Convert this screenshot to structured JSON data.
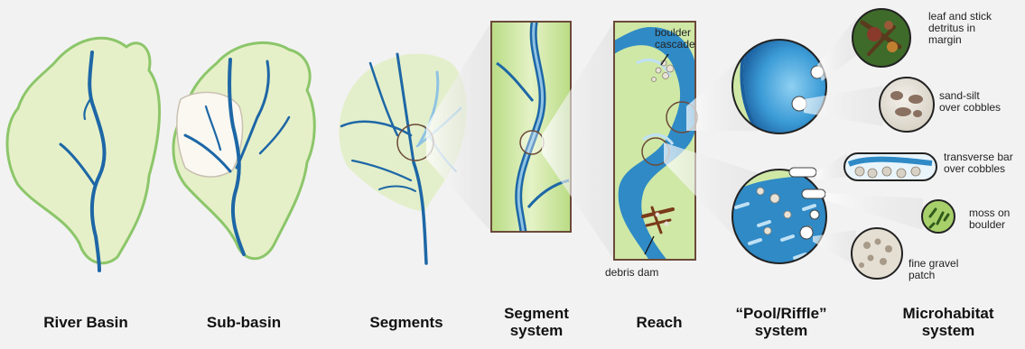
{
  "stage_labels": {
    "river_basin": "River Basin",
    "sub_basin": "Sub-basin",
    "segments": "Segments",
    "segment_system_1": "Segment",
    "segment_system_2": "system",
    "reach": "Reach",
    "pool_riffle_1": "“Pool/Riffle”",
    "pool_riffle_2": "system",
    "microhabitat_1": "Microhabitat",
    "microhabitat_2": "system"
  },
  "annotations": {
    "boulder_cascade_1": "boulder",
    "boulder_cascade_2": "cascade",
    "debris_dam": "debris dam",
    "leaf_stick_1": "leaf and stick",
    "leaf_stick_2": "detritus in",
    "leaf_stick_3": "margin",
    "sand_silt_1": "sand-silt",
    "sand_silt_2": "over cobbles",
    "transverse_bar_1": "transverse bar",
    "transverse_bar_2": "over cobbles",
    "moss_1": "moss on",
    "moss_2": "boulder",
    "fine_gravel_1": "fine gravel",
    "fine_gravel_2": "patch"
  },
  "colors": {
    "basin_fill": "#e6f0c8",
    "basin_outline": "#8cc66a",
    "river_blue": "#1d67a6",
    "light_blue": "#8fc3e4",
    "water_mid": "#2f8ac6",
    "green_bank": "#c6e394",
    "background": "#f2f2f2"
  }
}
